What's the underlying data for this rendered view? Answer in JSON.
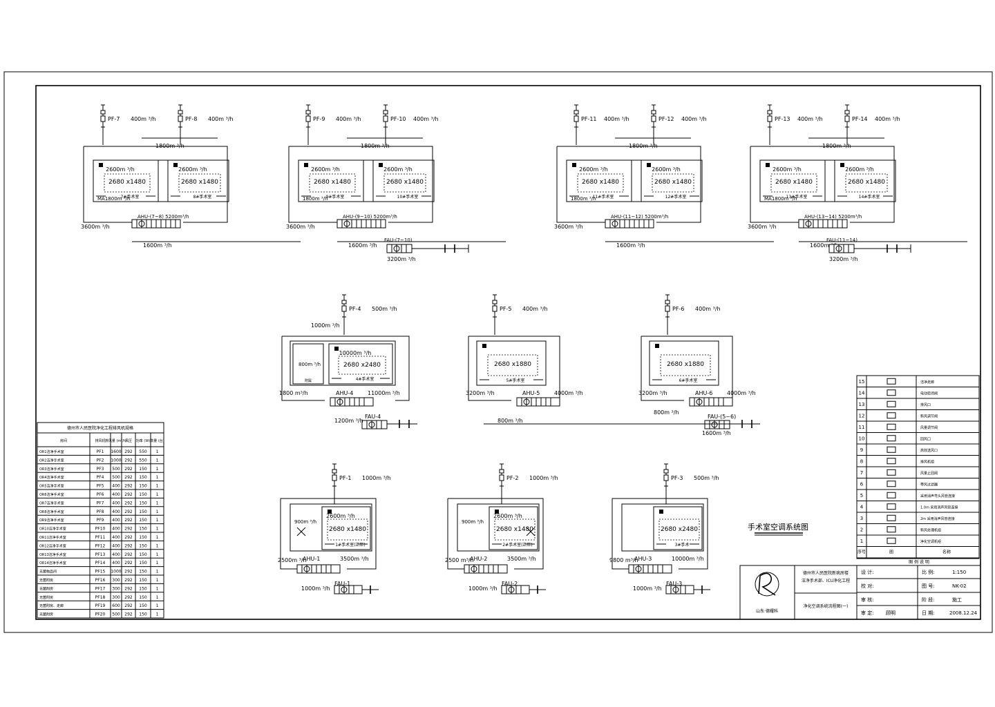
{
  "top_systems": [
    {
      "pfA": "PF-7",
      "pfA_flow": "400m ³/h",
      "pfB": "PF-8",
      "pfB_flow": "400m ³/h",
      "split_flow": "1800m ³/h",
      "roomA_flow": "2600m ³/h",
      "roomA_dim": "2680 x1480",
      "roomA_name": "7#手术室",
      "roomB_flow": "2600m ³/h",
      "roomB_dim": "2680 x1480",
      "roomB_name": "8#手术室",
      "low_flow": "MA1800m ³/h",
      "ahu": "AHU-(7~8) 5200m³/h",
      "ahu_return": "3600m ³/h",
      "fresh_flow": "1600m ³/h",
      "fau": "",
      "fau_flow": ""
    },
    {
      "pfA": "PF-9",
      "pfA_flow": "400m ³/h",
      "pfB": "PF-10",
      "pfB_flow": "400m ³/h",
      "split_flow": "1800m ³/h",
      "roomA_flow": "2600m ³/h",
      "roomA_dim": "2680 x1480",
      "roomA_name": "9#手术室",
      "roomB_flow": "2600m ³/h",
      "roomB_dim": "2680 x1480",
      "roomB_name": "10#手术室",
      "low_flow": "1800m ³/h",
      "ahu": "AHU-(9~10) 5200m³/h",
      "ahu_return": "3600m ³/h",
      "fresh_flow": "1600m ³/h",
      "fau": "FAU-(7~10)",
      "fau_flow": "3200m ³/h"
    },
    {
      "pfA": "PF-11",
      "pfA_flow": "400m ³/h",
      "pfB": "PF-12",
      "pfB_flow": "400m ³/h",
      "split_flow": "1800m ³/h",
      "roomA_flow": "2600m ³/h",
      "roomA_dim": "2680 x1480",
      "roomA_name": "11#手术室",
      "roomB_flow": "2600m ³/h",
      "roomB_dim": "2680 x1480",
      "roomB_name": "12#手术室",
      "low_flow": "1800m ³/h",
      "ahu": "AHU-(11~12) 5200m³/h",
      "ahu_return": "3600m ³/h",
      "fresh_flow": "1600m ³/h",
      "fau": "",
      "fau_flow": ""
    },
    {
      "pfA": "PF-13",
      "pfA_flow": "400m ³/h",
      "pfB": "PF-14",
      "pfB_flow": "400m ³/h",
      "split_flow": "1800m ³/h",
      "roomA_flow": "2600m ³/h",
      "roomA_dim": "2680 x1480",
      "roomA_name": "13#手术室",
      "roomB_flow": "2600m ³/h",
      "roomB_dim": "2680 x1480",
      "roomB_name": "14#手术室",
      "low_flow": "MA1800m ³/h",
      "ahu": "AHU-(13~14) 5200m³/h",
      "ahu_return": "3600m ³/h",
      "fresh_flow": "1600m ³/h",
      "fau": "FAU-(11~14)",
      "fau_flow": "3200m ³/h"
    }
  ],
  "mid_systems": [
    {
      "pf": "PF-4",
      "pf_flow": "500m ³/h",
      "top_flow": "1000m ³/h",
      "room_flow": "10000m ³/h",
      "room_dim": "2680 x2480",
      "room_name": "4#手术室",
      "aux_flow": "800m ³/h",
      "aux_name": "附属",
      "ahu": "AHU-4",
      "ahu_flow": "11000m ³/h",
      "ret_flow": "1800 m³/h",
      "fau": "FAU-4",
      "fau_flow": "1200m ³/h"
    },
    {
      "pf": "PF-5",
      "pf_flow": "400m ³/h",
      "top_flow": "",
      "room_flow": "",
      "room_dim": "2680 x1880",
      "room_name": "5#手术室",
      "aux_flow": "",
      "aux_name": "",
      "ahu": "AHU-5",
      "ahu_flow": "4000m ³/h",
      "ret_flow": "3200m ³/h",
      "fau": "",
      "fau_flow": "800m ³/h"
    },
    {
      "pf": "PF-6",
      "pf_flow": "400m ³/h",
      "top_flow": "",
      "room_flow": "",
      "room_dim": "2680 x1880",
      "room_name": "6#手术室",
      "aux_flow": "",
      "aux_name": "",
      "ahu": "AHU-6",
      "ahu_flow": "4000m ³/h",
      "ret_flow": "3200m ³/h",
      "fau": "FAU-(5~6)",
      "fau_flow": "1600m ³/h",
      "extra_flow": "800m ³/h"
    }
  ],
  "bottom_systems": [
    {
      "pf": "PF-1",
      "pf_flow": "1000m ³/h",
      "room_flow": "2600m ³/h",
      "room_dim": "2680 x1480",
      "room_name": "1#手术室(正压)",
      "aux_flow": "900m ³/h",
      "ahu": "AHU-1",
      "ahu_flow": "3500m ³/h",
      "ret_flow": "2500m ³/h",
      "fau": "FAU-1",
      "fau_flow": "1000m ³/h"
    },
    {
      "pf": "PF-2",
      "pf_flow": "1000m ³/h",
      "room_flow": "2600m ³/h",
      "room_dim": "2680 x1480",
      "room_name": "2#手术室(正压)",
      "aux_flow": "900m ³/h",
      "ahu": "AHU-2",
      "ahu_flow": "3500m ³/h",
      "ret_flow": "2500 m³/h",
      "fau": "FAU-2",
      "fau_flow": "1000m ³/h"
    },
    {
      "pf": "PF-3",
      "pf_flow": "500m ³/h",
      "room_flow": "",
      "room_dim": "2680 x2480",
      "room_name": "3#手术",
      "aux_flow": "",
      "ahu": "AHU-3",
      "ahu_flow": "10000m ³/h",
      "ret_flow": "9800 m³/h",
      "fau": "FAU-3",
      "fau_flow": "1000m ³/h"
    }
  ],
  "fan_table": {
    "title": "德州市人民医院净化工程排风机规格",
    "headers": [
      "房间",
      "排风机",
      "排风量 (m³/h)",
      "风压",
      "功率 (W)",
      "数量 (台)"
    ],
    "rows": [
      [
        "OR1洁净手术室",
        "PF1",
        "1600",
        "292",
        "550",
        "1"
      ],
      [
        "OR2洁净手术室",
        "PF2",
        "1000",
        "292",
        "550",
        "1"
      ],
      [
        "OR3洁净手术室",
        "PF3",
        "500",
        "292",
        "150",
        "1"
      ],
      [
        "OR4洁净手术室",
        "PF4",
        "500",
        "292",
        "150",
        "1"
      ],
      [
        "OR5洁净手术室",
        "PF5",
        "400",
        "292",
        "150",
        "1"
      ],
      [
        "OR6洁净手术室",
        "PF6",
        "400",
        "292",
        "150",
        "1"
      ],
      [
        "OR7洁净手术室",
        "PF7",
        "400",
        "292",
        "150",
        "1"
      ],
      [
        "OR8洁净手术室",
        "PF8",
        "400",
        "292",
        "150",
        "1"
      ],
      [
        "OR9洁净手术室",
        "PF9",
        "400",
        "292",
        "150",
        "1"
      ],
      [
        "OR10洁净手术室",
        "PF10",
        "400",
        "292",
        "150",
        "1"
      ],
      [
        "OR11洁净手术室",
        "PF11",
        "400",
        "292",
        "150",
        "1"
      ],
      [
        "OR12洁净手术室",
        "PF12",
        "400",
        "292",
        "150",
        "1"
      ],
      [
        "OR13洁净手术室",
        "PF13",
        "400",
        "292",
        "150",
        "1"
      ],
      [
        "OR14洁净手术室",
        "PF14",
        "400",
        "292",
        "150",
        "1"
      ],
      [
        "无菌物品间",
        "PF15",
        "1000",
        "292",
        "150",
        "1"
      ],
      [
        "无菌附房",
        "PF16",
        "300",
        "292",
        "150",
        "1"
      ],
      [
        "无菌附房",
        "PF17",
        "300",
        "292",
        "150",
        "1"
      ],
      [
        "无菌附房",
        "PF18",
        "300",
        "292",
        "150",
        "1"
      ],
      [
        "无菌附房、走廊",
        "PF19",
        "600",
        "292",
        "150",
        "1"
      ],
      [
        "无菌附房",
        "PF20",
        "500",
        "292",
        "150",
        "1"
      ]
    ]
  },
  "drawing_title": "手术室空调系统图",
  "legend": {
    "rows": [
      {
        "no": "15",
        "name": "洁净走廊"
      },
      {
        "no": "14",
        "name": "电动密闭阀"
      },
      {
        "no": "13",
        "name": "排风口"
      },
      {
        "no": "12",
        "name": "新风调节阀"
      },
      {
        "no": "11",
        "name": "风量调节阀"
      },
      {
        "no": "10",
        "name": "回风口"
      },
      {
        "no": "9",
        "name": "高效送风口"
      },
      {
        "no": "8",
        "name": "排风机组"
      },
      {
        "no": "7",
        "name": "风量止回阀"
      },
      {
        "no": "6",
        "name": "带风过滤器"
      },
      {
        "no": "5",
        "name": "采用消声弯头风管连接"
      },
      {
        "no": "4",
        "name": "1.0m 采用消声风管连接"
      },
      {
        "no": "3",
        "name": "2m 采用消声风管连接"
      },
      {
        "no": "2",
        "name": "新风处理机组"
      },
      {
        "no": "1",
        "name": "净化空调机组"
      }
    ],
    "header": {
      "no": "序号",
      "symbol": "图",
      "name": "名称"
    },
    "footer": "图 例 说 明"
  },
  "title_block": {
    "company": "山东·德耀科",
    "project": "德州市人民医院新病房楼 洁净手术部、ICU净化工程",
    "drawing_name": "净化空调系统流程图(一)",
    "design_label": "设   计:",
    "design_value": "",
    "scale_label": "比   例:",
    "scale_value": "1:150",
    "check_label": "校   对:",
    "check_value": "",
    "no_label": "图   号:",
    "no_value": "NK-02",
    "review_label": "审   核:",
    "review_value": "",
    "stage_label": "阶   段:",
    "stage_value": "施工",
    "approve_label": "审   定:",
    "approve_value": "顾明",
    "date_label": "日   期:",
    "date_value": "2008.12.24"
  }
}
